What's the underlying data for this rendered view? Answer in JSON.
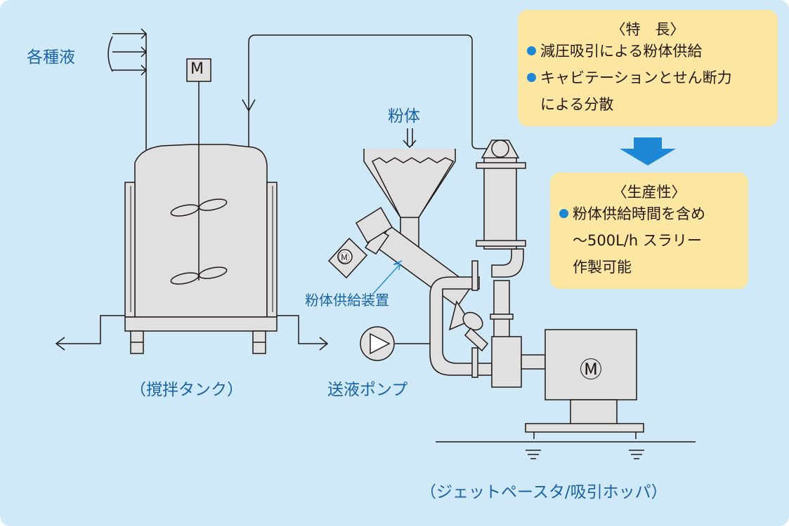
{
  "labels": {
    "liquids": "各種液",
    "powder": "粉体",
    "feeder": "粉体供給装置",
    "tank": "（撹拌タンク）",
    "pump": "送液ポンプ",
    "jet_paster": "（ジェットペースタ/吸引ホッパ）",
    "motor_symbol_tank": "M",
    "motor_symbol_main": "Ⓜ",
    "motor_symbol_feeder": "Ⓜ"
  },
  "features_box": {
    "title": "〈特　長〉",
    "items": [
      "減圧吸引による粉体供給",
      "キャビテーションとせん断力"
    ],
    "continuation": "による分散"
  },
  "productivity_box": {
    "title": "〈生産性〉",
    "items": [
      "粉体供給時間を含め"
    ],
    "continuation": [
      "～500L/h スラリー",
      "作製可能"
    ]
  },
  "colors": {
    "background": "#cfe9f8",
    "label_text": "#1a63a8",
    "box_fill": "#fbe6a2",
    "bullet": "#1f88d6",
    "arrow": "#1f88d6",
    "equipment_fill": "#e0e0e0",
    "line": "#231815"
  }
}
